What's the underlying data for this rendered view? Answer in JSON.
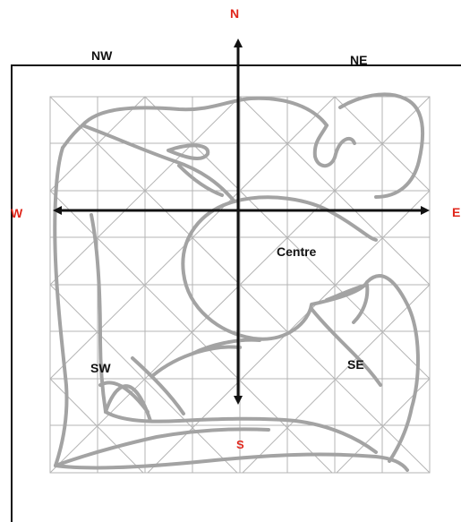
{
  "directions": {
    "north": "N",
    "south": "S",
    "east": "E",
    "west": "W",
    "north_west": "NW",
    "north_east": "NE",
    "south_west": "SW",
    "south_east": "SE",
    "centre": "Centre"
  },
  "colors": {
    "cardinal_label": "#e0261b",
    "intercardinal_label": "#111111",
    "arrow": "#111111",
    "grid_line": "#b4b4b4",
    "figure_outline": "#a3a3a3",
    "border": "#111111"
  }
}
